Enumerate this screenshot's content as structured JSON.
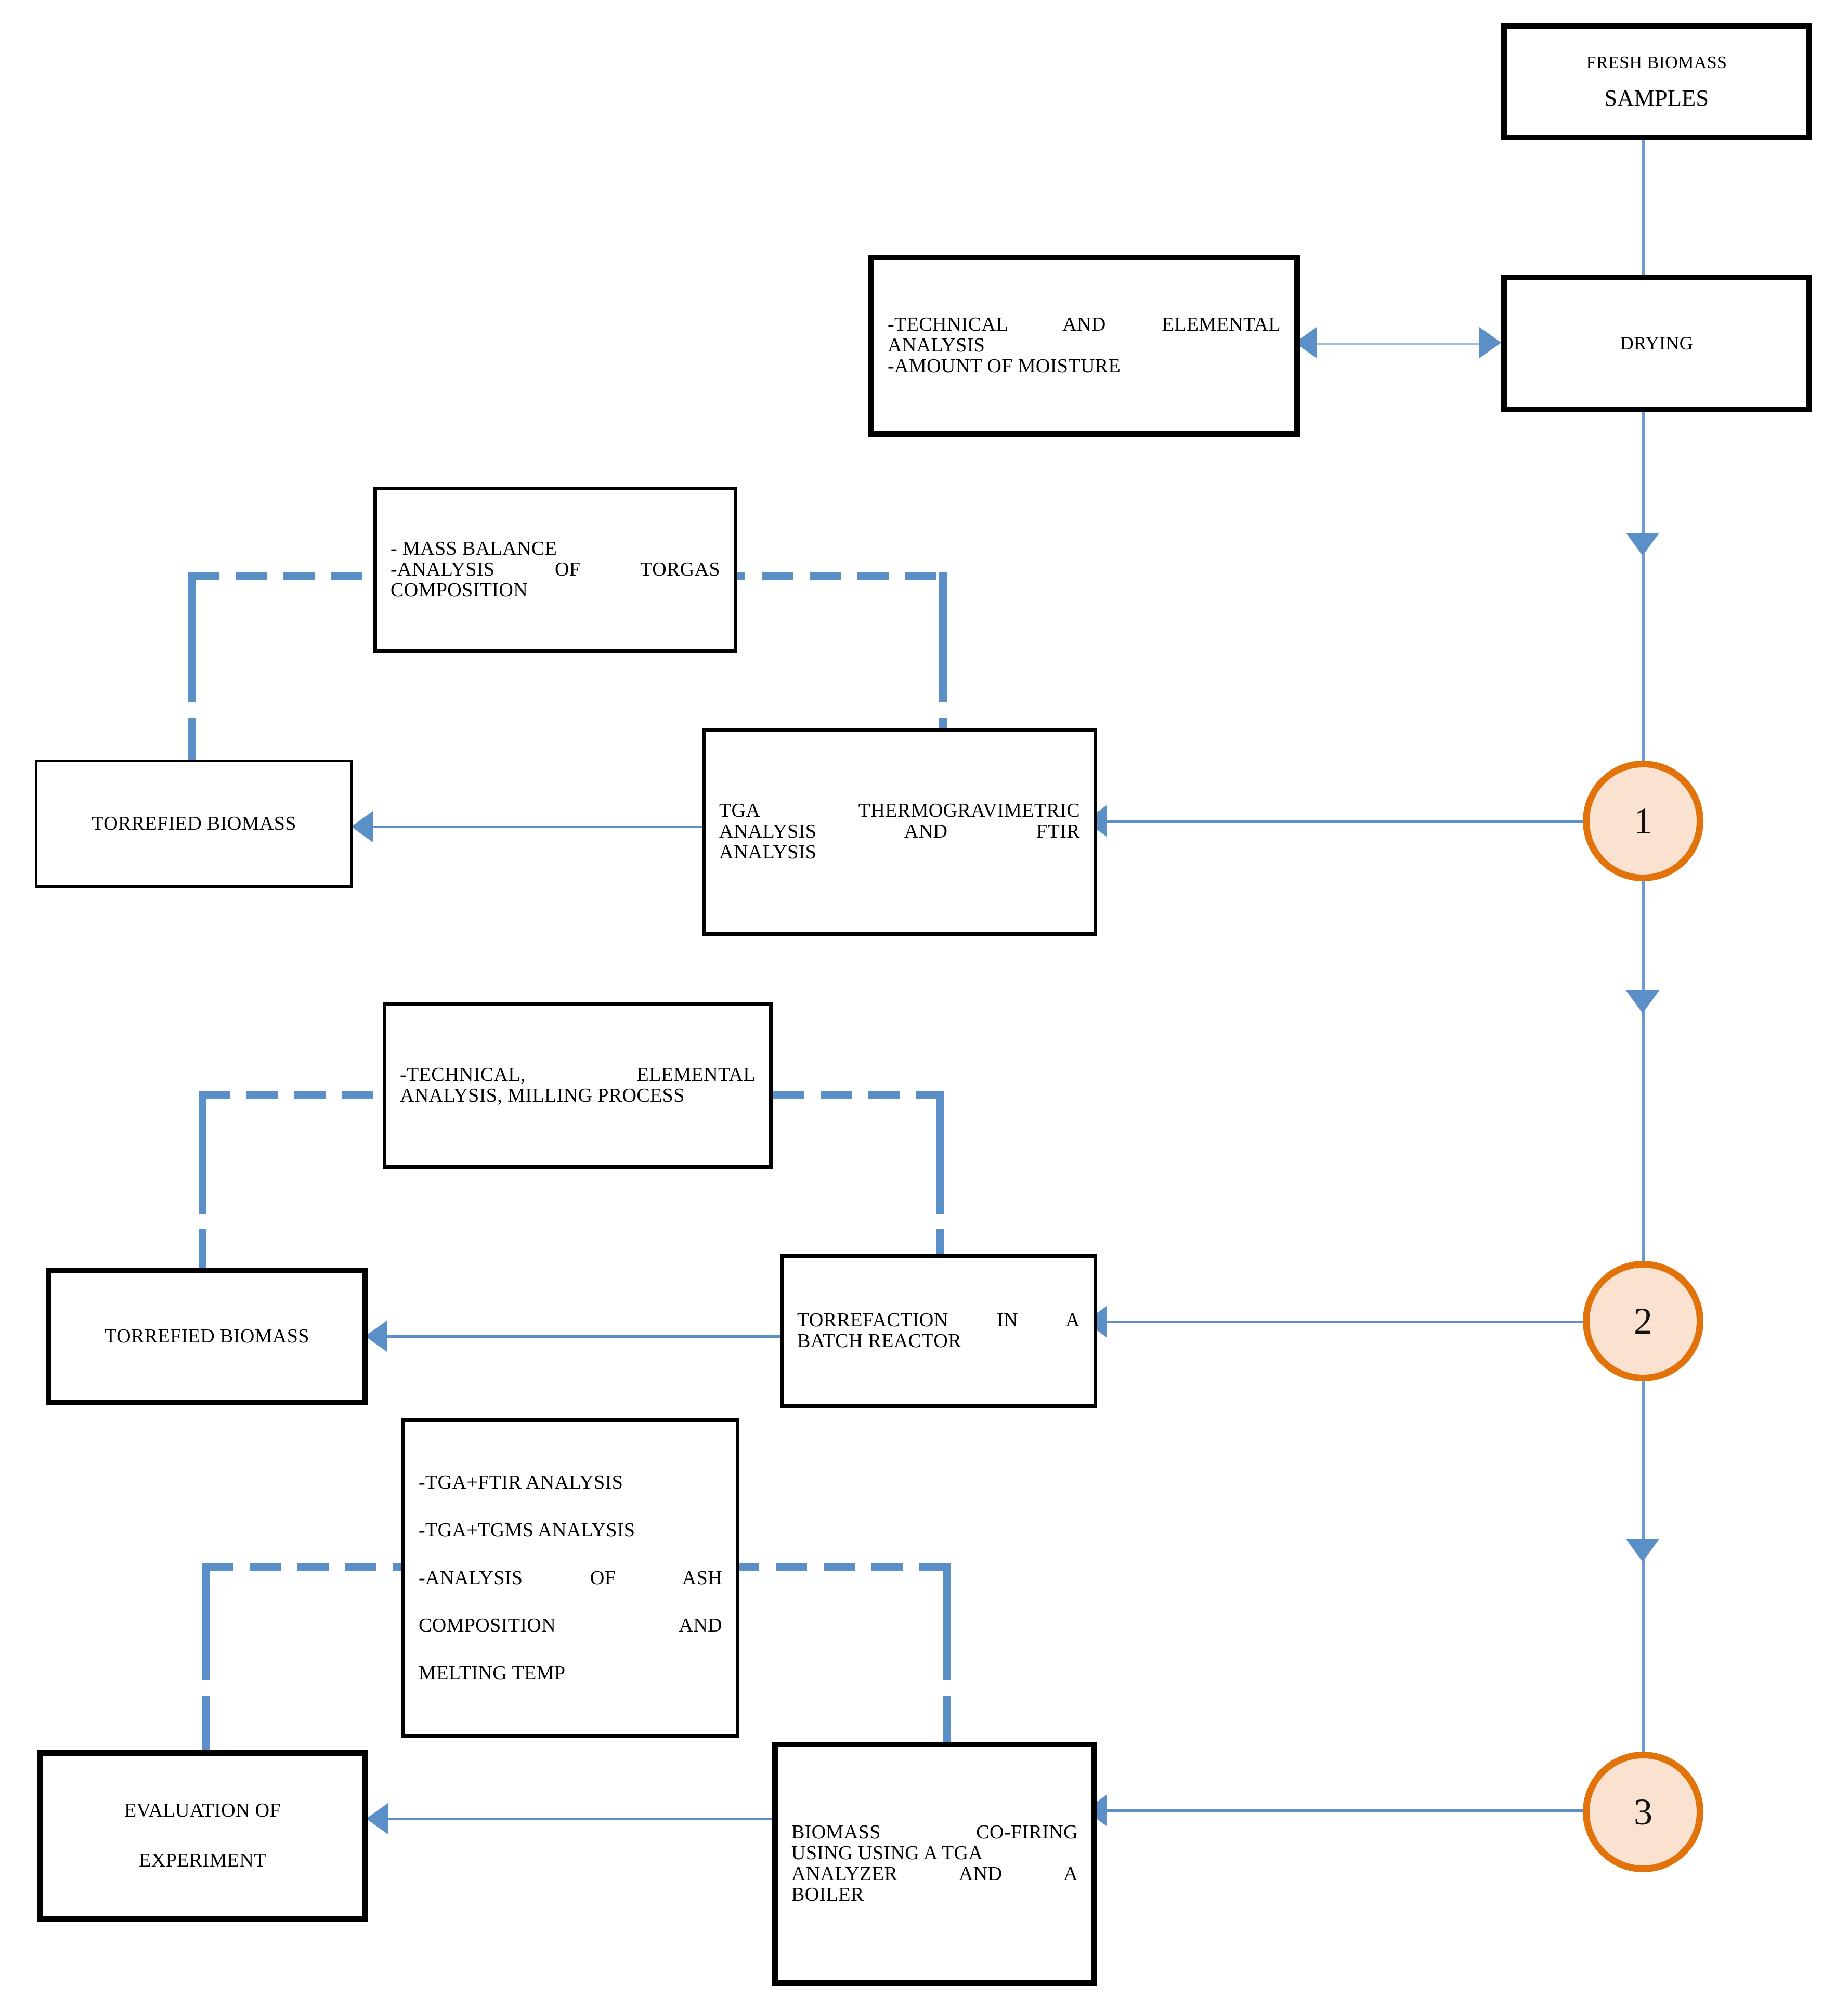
{
  "diagram": {
    "title": "Experimental methodology flowchart for biomass torrefaction and co-firing",
    "colors": {
      "box_border": "#000000",
      "box_fill": "#FFFFFF",
      "arrow_blue": "#5B8FC7",
      "dashed_blue": "#5B8FC7",
      "circle_border": "#E2730B",
      "circle_fill": "#FBE2D0",
      "text": "#000000"
    },
    "stages": [
      {
        "id": "stage-1",
        "label": "1"
      },
      {
        "id": "stage-2",
        "label": "2"
      },
      {
        "id": "stage-3",
        "label": "3"
      }
    ],
    "nodes": {
      "fresh_biomass": {
        "lines": [
          "FRESH BIOMASS",
          "SAMPLES"
        ]
      },
      "drying": {
        "lines": [
          "DRYING"
        ]
      },
      "drying_analysis": {
        "lines": [
          "-TECHNICAL  AND  ELEMENTAL",
          "ANALYSIS",
          "-AMOUNT OF MOISTURE"
        ]
      },
      "mass_balance": {
        "lines": [
          "- MASS BALANCE",
          "-ANALYSIS  OF  TORGAS",
          "COMPOSITION"
        ]
      },
      "tga_ftir": {
        "lines": [
          "TGA  THERMOGRAVIMETRIC",
          "ANALYSIS  AND  FTIR",
          "ANALYSIS"
        ]
      },
      "torrefied_biomass_1": {
        "lines": [
          "TORREFIED BIOMASS"
        ]
      },
      "technical_milling": {
        "lines": [
          "-TECHNICAL,  ELEMENTAL",
          "ANALYSIS, MILLING PROCESS"
        ]
      },
      "torrefaction_reactor": {
        "lines": [
          "TORREFACTION  IN  A",
          "BATCH REACTOR"
        ]
      },
      "torrefied_biomass_2": {
        "lines": [
          "TORREFIED BIOMASS"
        ]
      },
      "ash_analysis": {
        "lines": [
          "-TGA+FTIR ANALYSIS",
          "-TGA+TGMS ANALYSIS",
          "-ANALYSIS  OF  ASH",
          "COMPOSITION  AND",
          "MELTING TEMP"
        ]
      },
      "co_firing": {
        "lines": [
          "BIOMASS  CO-FIRING",
          "USING USING A TGA",
          "ANALYZER  AND  A",
          "BOILER"
        ]
      },
      "evaluation": {
        "lines": [
          "EVALUATION OF",
          "EXPERIMENT"
        ]
      }
    }
  }
}
